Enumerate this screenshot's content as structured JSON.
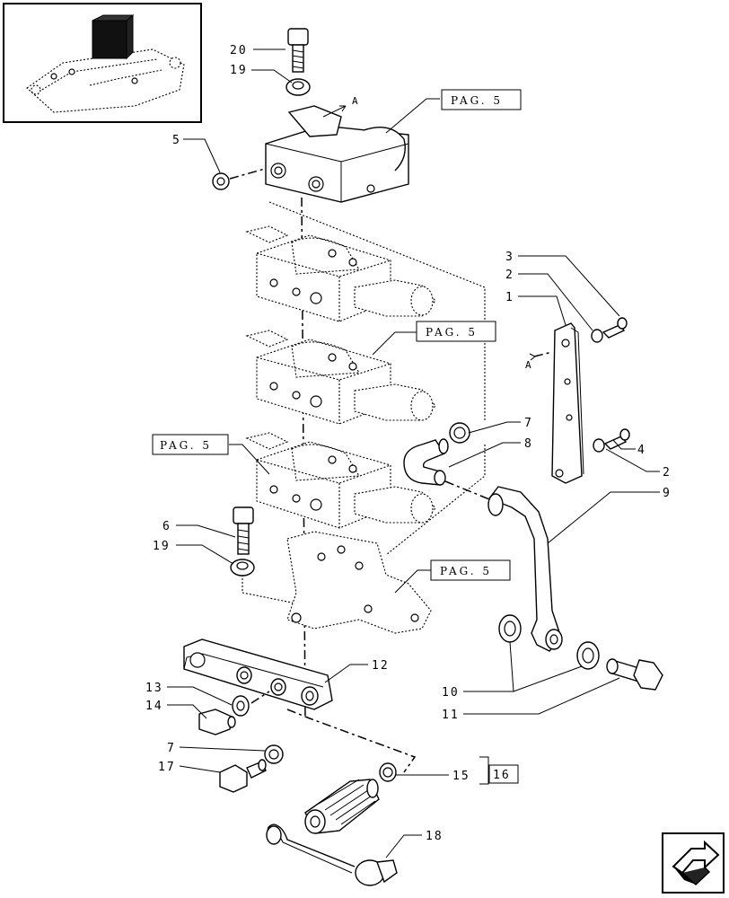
{
  "labels": {
    "n20": "20",
    "n19a": "19",
    "n5": "5",
    "n3": "3",
    "n2a": "2",
    "n1": "1",
    "n7a": "7",
    "n8": "8",
    "n6": "6",
    "n19b": "19",
    "n4": "4",
    "n2b": "2",
    "n9": "9",
    "n12": "12",
    "n13": "13",
    "n14": "14",
    "n10": "10",
    "n11": "11",
    "n7b": "7",
    "n17": "17",
    "n15": "15",
    "n16": "16",
    "n18": "18"
  },
  "refs": {
    "pag_top": "PAG. 5",
    "pag_mid": "PAG. 5",
    "pag_left": "PAG. 5",
    "pag_bottom": "PAG. 5"
  },
  "arrows": {
    "a_top": "A",
    "a_right": "A"
  },
  "icons": {
    "thumbnail": "tractor-hitch-thumbnail-icon",
    "nav": "next-page-arrow-icon"
  },
  "colors": {
    "line": "#000000",
    "background": "#ffffff"
  }
}
